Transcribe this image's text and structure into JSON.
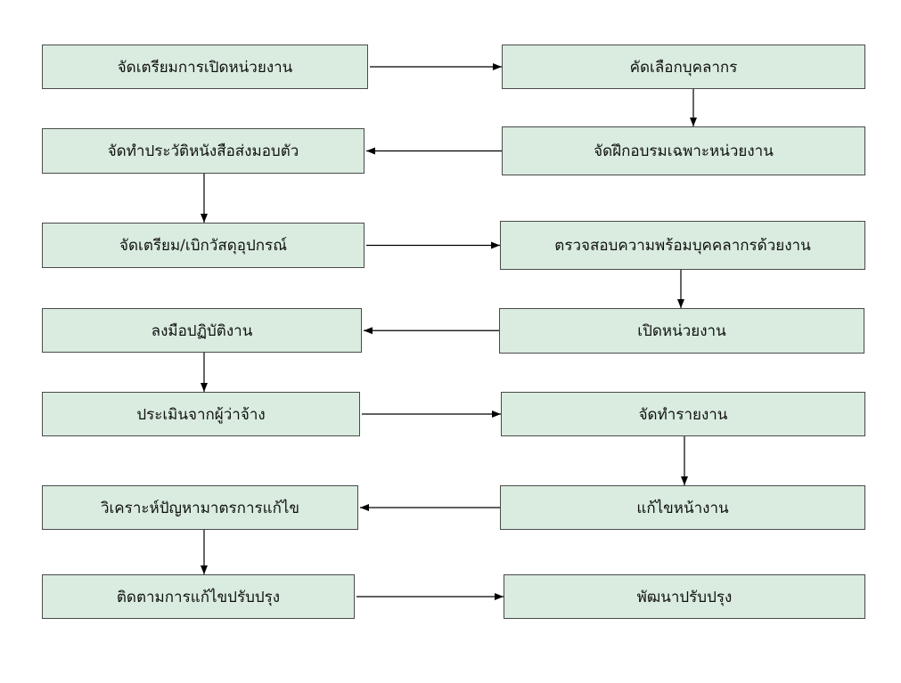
{
  "steps": [
    {
      "id": "s1",
      "label": "จัดเตรียมการเปิดหน่วยงาน"
    },
    {
      "id": "s2",
      "label": "คัดเลือกบุคลากร"
    },
    {
      "id": "s3",
      "label": "จัดฝึกอบรมเฉพาะหน่วยงาน"
    },
    {
      "id": "s4",
      "label": "จัดทำประวัติหนังสือส่งมอบตัว"
    },
    {
      "id": "s5",
      "label": "จัดเตรียม/เบิกวัสดุอุปกรณ์"
    },
    {
      "id": "s6",
      "label": "ตรวจสอบความพร้อมบุคคลากรด้วยงาน"
    },
    {
      "id": "s7",
      "label": "เปิดหน่วยงาน"
    },
    {
      "id": "s8",
      "label": "ลงมือปฏิบัติงาน"
    },
    {
      "id": "s9",
      "label": "ประเมินจากผู้ว่าจ้าง"
    },
    {
      "id": "s10",
      "label": "จัดทำรายงาน"
    },
    {
      "id": "s11",
      "label": "แก้ไขหน้างาน"
    },
    {
      "id": "s12",
      "label": "วิเคราะห์ปัญหามาตรการแก้ไข"
    },
    {
      "id": "s13",
      "label": "ติดตามการแก้ไขปรับปรุง"
    },
    {
      "id": "s14",
      "label": "พัฒนาปรับปรุง"
    }
  ],
  "edges": [
    {
      "from": "s1",
      "to": "s2"
    },
    {
      "from": "s2",
      "to": "s3"
    },
    {
      "from": "s3",
      "to": "s4"
    },
    {
      "from": "s4",
      "to": "s5"
    },
    {
      "from": "s5",
      "to": "s6"
    },
    {
      "from": "s6",
      "to": "s7"
    },
    {
      "from": "s7",
      "to": "s8"
    },
    {
      "from": "s8",
      "to": "s9"
    },
    {
      "from": "s9",
      "to": "s10"
    },
    {
      "from": "s10",
      "to": "s11"
    },
    {
      "from": "s11",
      "to": "s12"
    },
    {
      "from": "s12",
      "to": "s13"
    },
    {
      "from": "s13",
      "to": "s14"
    }
  ],
  "colors": {
    "box_fill": "#d9ecdf",
    "box_border": "#4a4a4a",
    "arrow": "#000000"
  }
}
